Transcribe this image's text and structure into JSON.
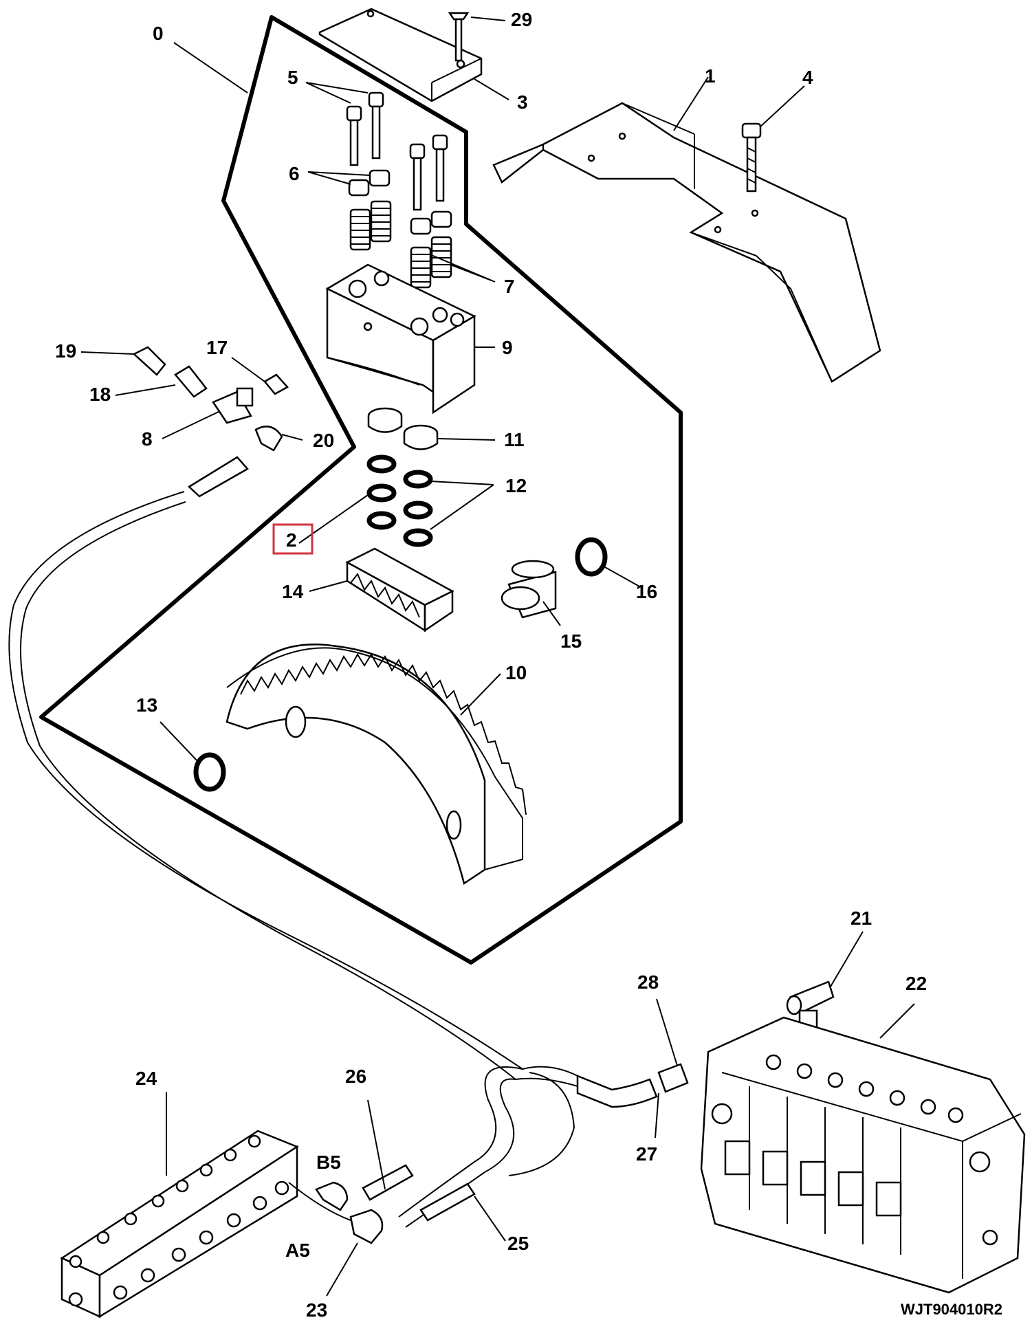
{
  "diagram": {
    "drawing_code": "WJT904010R2",
    "highlight_color": "#d0343f",
    "callouts": [
      {
        "id": "c0",
        "text": "0"
      },
      {
        "id": "c1",
        "text": "1"
      },
      {
        "id": "c2",
        "text": "2",
        "highlighted": true
      },
      {
        "id": "c3",
        "text": "3"
      },
      {
        "id": "c4",
        "text": "4"
      },
      {
        "id": "c5",
        "text": "5"
      },
      {
        "id": "c6",
        "text": "6"
      },
      {
        "id": "c7",
        "text": "7"
      },
      {
        "id": "c8",
        "text": "8"
      },
      {
        "id": "c9",
        "text": "9"
      },
      {
        "id": "c10",
        "text": "10"
      },
      {
        "id": "c11",
        "text": "11"
      },
      {
        "id": "c12",
        "text": "12"
      },
      {
        "id": "c13",
        "text": "13"
      },
      {
        "id": "c14",
        "text": "14"
      },
      {
        "id": "c15",
        "text": "15"
      },
      {
        "id": "c16",
        "text": "16"
      },
      {
        "id": "c17",
        "text": "17"
      },
      {
        "id": "c18",
        "text": "18"
      },
      {
        "id": "c19",
        "text": "19"
      },
      {
        "id": "c20",
        "text": "20"
      },
      {
        "id": "c21",
        "text": "21"
      },
      {
        "id": "c22",
        "text": "22"
      },
      {
        "id": "c23",
        "text": "23"
      },
      {
        "id": "c24",
        "text": "24"
      },
      {
        "id": "c25",
        "text": "25"
      },
      {
        "id": "c26",
        "text": "26"
      },
      {
        "id": "c27",
        "text": "27"
      },
      {
        "id": "c28",
        "text": "28"
      },
      {
        "id": "c29",
        "text": "29"
      }
    ],
    "port_labels": [
      {
        "id": "b5",
        "text": "B5"
      },
      {
        "id": "a5",
        "text": "A5"
      }
    ]
  }
}
